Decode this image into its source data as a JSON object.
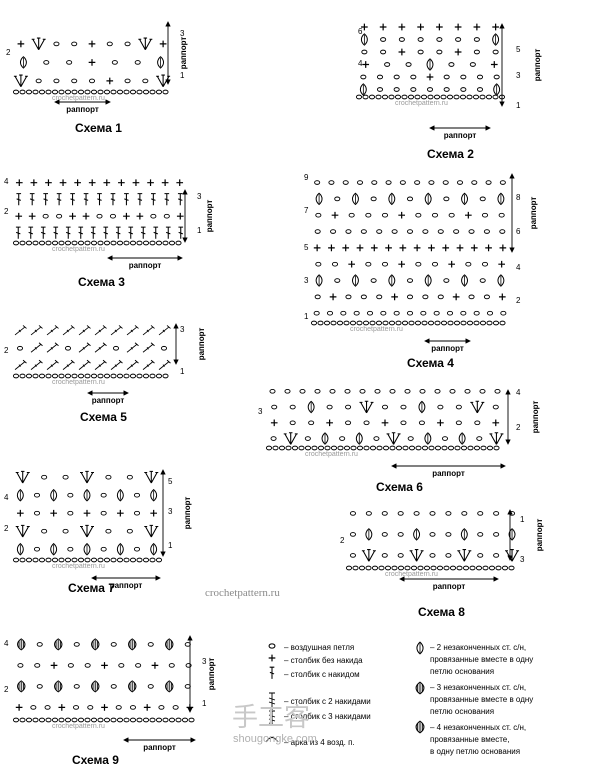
{
  "schemes": [
    {
      "caption": "Схема 1",
      "rapport": "раппорт",
      "rows_left": [
        "2"
      ],
      "rows_right": [
        "1",
        "3"
      ],
      "rapport_v": "раппорт"
    },
    {
      "caption": "Схема 2",
      "rapport": "раппорт",
      "rows_left": [
        "6",
        "4"
      ],
      "rows_right": [
        "1",
        "3",
        "5"
      ],
      "rapport_v": "раппорт"
    },
    {
      "caption": "Схема 3",
      "rapport": "раппорт",
      "rows_left": [
        "4",
        "2"
      ],
      "rows_right": [
        "1",
        "3"
      ],
      "rapport_v": "раппорт"
    },
    {
      "caption": "Схема 4",
      "rapport": "раппорт",
      "rows_left": [
        "9",
        "7",
        "5",
        "3",
        "1"
      ],
      "rows_right": [
        "8",
        "6",
        "4",
        "2"
      ],
      "rapport_v": "раппорт"
    },
    {
      "caption": "Схема 5",
      "rapport": "раппорт",
      "rows_left": [
        "2"
      ],
      "rows_right": [
        "1",
        "3"
      ],
      "rapport_v": "раппорт"
    },
    {
      "caption": "Схема 6",
      "rapport": "раппорт",
      "rows_left": [
        "3"
      ],
      "rows_right": [
        "4",
        "2"
      ],
      "rapport_v": "раппорт"
    },
    {
      "caption": "Схема 7",
      "rapport": "раппорт",
      "rows_left": [
        "4",
        "2"
      ],
      "rows_right": [
        "5",
        "3",
        "1"
      ],
      "rapport_v": "раппорт"
    },
    {
      "caption": "Схема 8",
      "rapport": "раппорт",
      "rows_left": [
        "2"
      ],
      "rows_right": [
        "3",
        "1"
      ],
      "rapport_v": "раппорт"
    },
    {
      "caption": "Схема 9",
      "rapport": "раппорт",
      "rows_left": [
        "4",
        "2"
      ],
      "rows_right": [
        "3",
        "1"
      ],
      "rapport_v": "раппорт"
    }
  ],
  "watermark": "crochetpattern.ru",
  "site": "crochetpattern.ru",
  "logo_cn": "手工客",
  "logo_url": "shougongke.com",
  "legend_left": [
    "– воздушная петля",
    "– столбик без накида",
    "– столбик с накидом",
    "– столбик с 2 накидами",
    "– столбик с 3 накидами",
    "– арка из 4 возд. п."
  ],
  "legend_right": [
    [
      "– 2 незаконченных ст. с/н,",
      "провязанные вместе в одну",
      "петлю основания"
    ],
    [
      "– 3 незаконченных ст. с/н,",
      "провязанные вместе в одну",
      "петлю основания"
    ],
    [
      "– 4 незаконченных ст. с/н,",
      "провязанные вместе,",
      "в одну петлю основания"
    ]
  ]
}
